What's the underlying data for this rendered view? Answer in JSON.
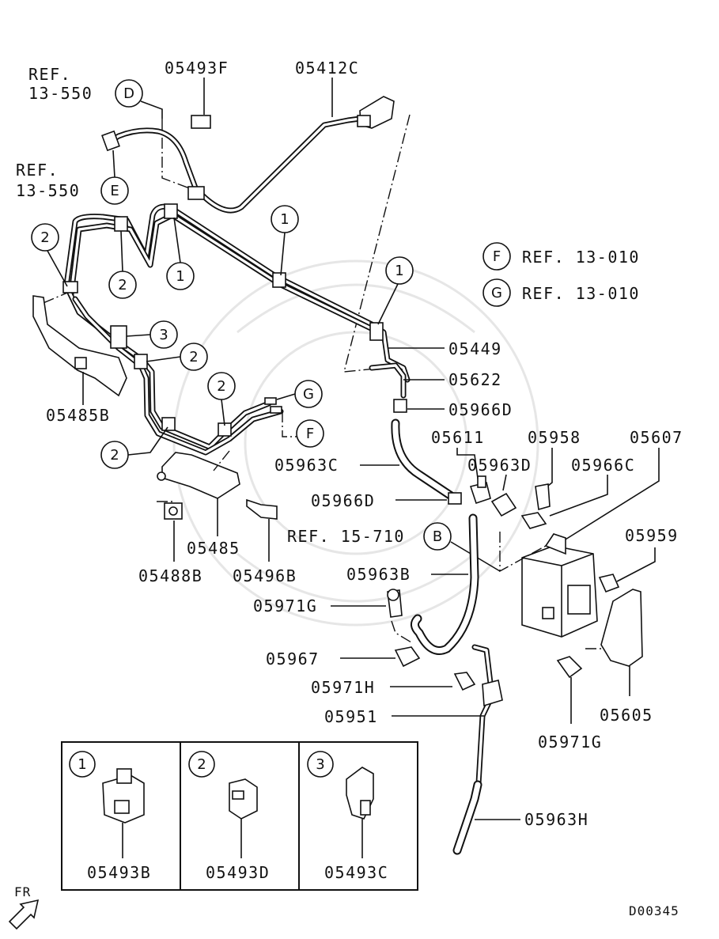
{
  "diagram_id": "D00345",
  "front_label": "FR",
  "callouts": {
    "ref_d": {
      "ref": "REF.",
      "num": "13-550",
      "letter": "D"
    },
    "ref_e": {
      "ref": "REF.",
      "num": "13-550",
      "letter": "E"
    },
    "ref_f": {
      "letter": "F",
      "text": "REF. 13-010"
    },
    "ref_g": {
      "letter": "G",
      "text": "REF. 13-010"
    },
    "ref_b": {
      "text": "REF. 15-710",
      "letter": "B"
    }
  },
  "part_numbers": {
    "p05493F": "05493F",
    "p05412C": "05412C",
    "p05449": "05449",
    "p05622": "05622",
    "p05966D_a": "05966D",
    "p05485B": "05485B",
    "p05611": "05611",
    "p05958": "05958",
    "p05607": "05607",
    "p05963C": "05963C",
    "p05963D": "05963D",
    "p05966C": "05966C",
    "p05966D_b": "05966D",
    "p05485": "05485",
    "p05488B": "05488B",
    "p05496B": "05496B",
    "p05959": "05959",
    "p05963B": "05963B",
    "p05971G_a": "05971G",
    "p05967": "05967",
    "p05971H": "05971H",
    "p05951": "05951",
    "p05605": "05605",
    "p05971G_b": "05971G",
    "p05963H": "05963H"
  },
  "clip_markers": [
    "1",
    "2",
    "3"
  ],
  "legend": [
    {
      "marker": "1",
      "part": "05493B"
    },
    {
      "marker": "2",
      "part": "05493D"
    },
    {
      "marker": "3",
      "part": "05493C"
    }
  ]
}
